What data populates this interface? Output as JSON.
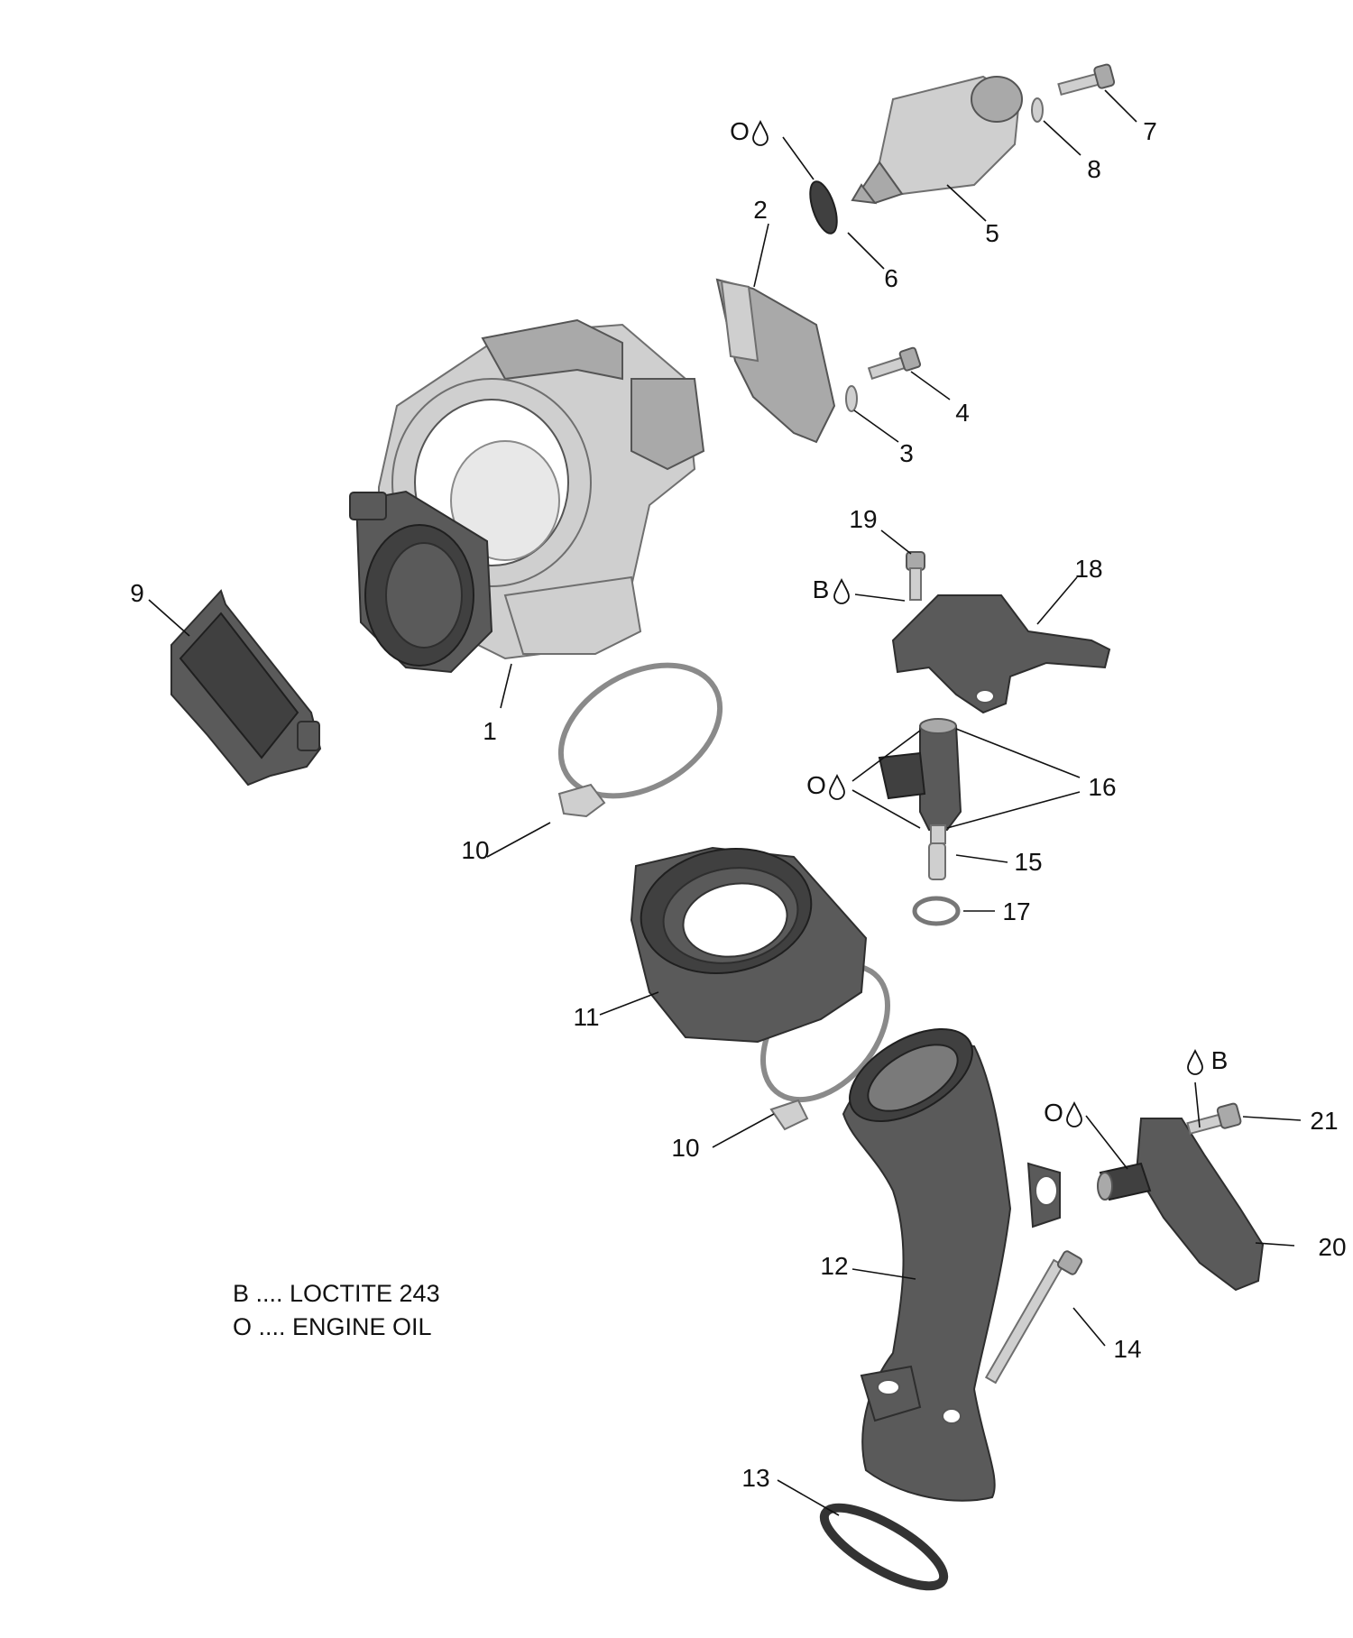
{
  "callouts": [
    {
      "id": "1",
      "text": "1"
    },
    {
      "id": "2",
      "text": "2"
    },
    {
      "id": "3",
      "text": "3"
    },
    {
      "id": "4",
      "text": "4"
    },
    {
      "id": "5",
      "text": "5"
    },
    {
      "id": "6",
      "text": "6"
    },
    {
      "id": "7",
      "text": "7"
    },
    {
      "id": "8",
      "text": "8"
    },
    {
      "id": "9",
      "text": "9"
    },
    {
      "id": "10a",
      "text": "10"
    },
    {
      "id": "10b",
      "text": "10"
    },
    {
      "id": "11",
      "text": "11"
    },
    {
      "id": "12",
      "text": "12"
    },
    {
      "id": "13",
      "text": "13"
    },
    {
      "id": "14",
      "text": "14"
    },
    {
      "id": "15",
      "text": "15"
    },
    {
      "id": "16",
      "text": "16"
    },
    {
      "id": "17",
      "text": "17"
    },
    {
      "id": "18",
      "text": "18"
    },
    {
      "id": "19",
      "text": "19"
    },
    {
      "id": "20",
      "text": "20"
    },
    {
      "id": "21",
      "text": "21"
    }
  ],
  "material_marks": [
    {
      "id": "oil-6",
      "text": "O"
    },
    {
      "id": "loctite-19",
      "text": "B"
    },
    {
      "id": "oil-16",
      "text": "O"
    },
    {
      "id": "loctite-21",
      "text": "B"
    },
    {
      "id": "oil-20",
      "text": "O"
    }
  ],
  "legend": [
    {
      "code": "B",
      "text": "B .... LOCTITE 243"
    },
    {
      "code": "O",
      "text": "O .... ENGINE OIL"
    }
  ],
  "icons": {
    "drop": "oil-drop-icon"
  }
}
